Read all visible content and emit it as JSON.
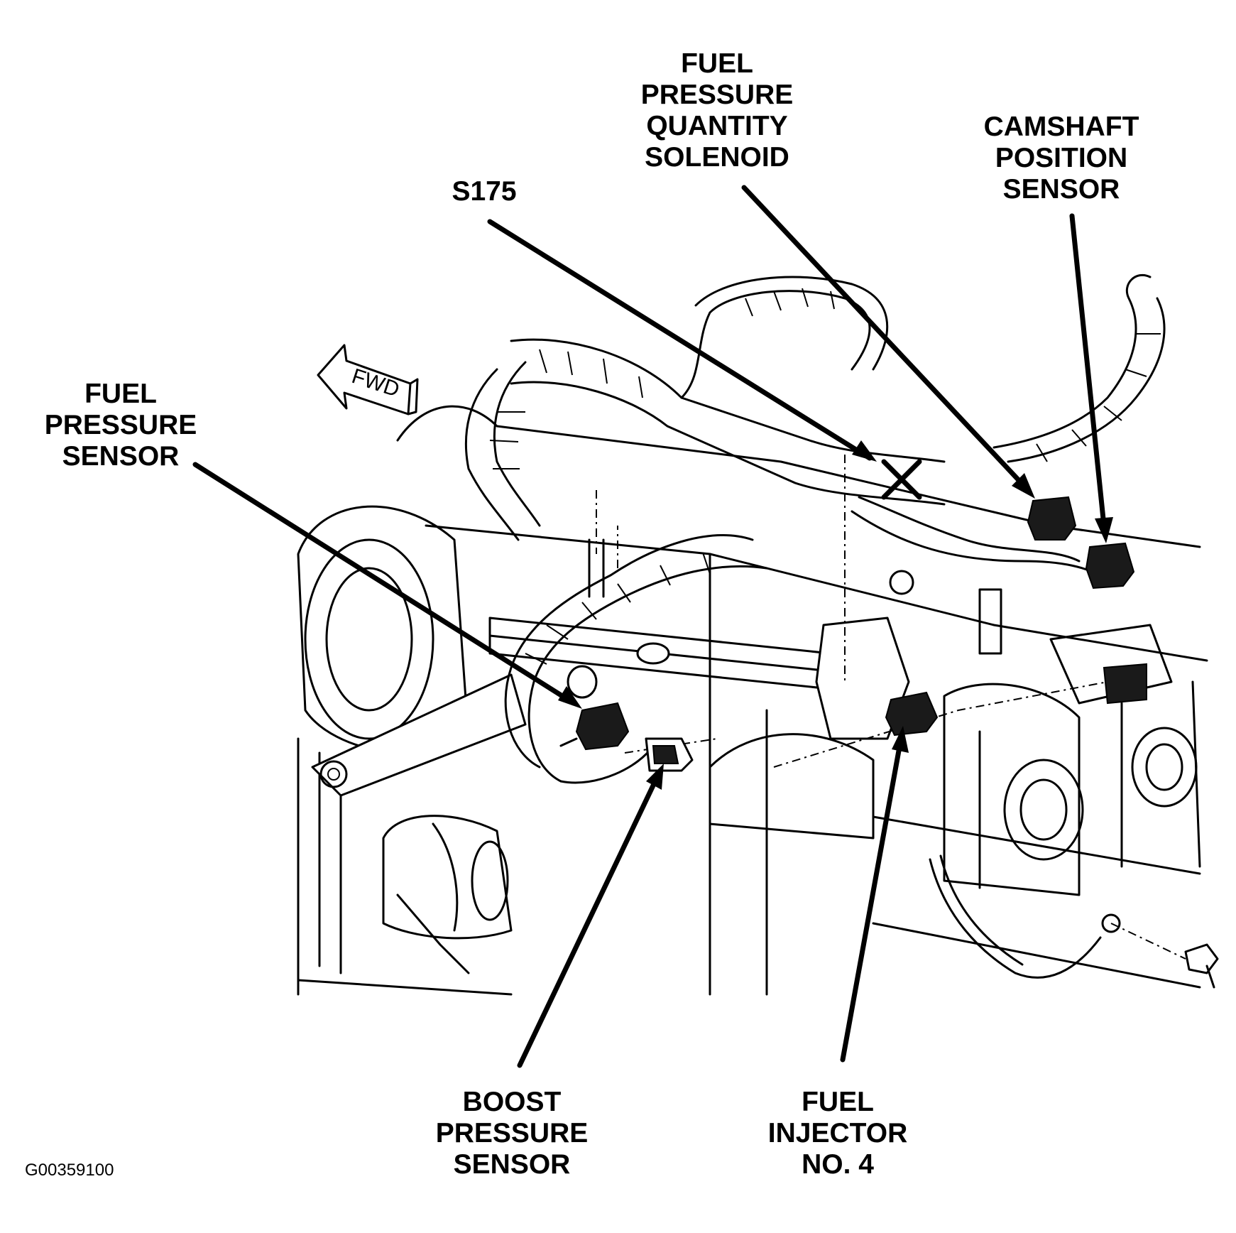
{
  "labels": {
    "fuel_pressure_quantity_solenoid": [
      "FUEL",
      "PRESSURE",
      "QUANTITY",
      "SOLENOID"
    ],
    "camshaft_position_sensor": [
      "CAMSHAFT",
      "POSITION",
      "SENSOR"
    ],
    "s175": "S175",
    "fuel_pressure_sensor": [
      "FUEL",
      "PRESSURE",
      "SENSOR"
    ],
    "boost_pressure_sensor": [
      "BOOST",
      "PRESSURE",
      "SENSOR"
    ],
    "fuel_injector_no4": [
      "FUEL",
      "INJECTOR",
      "NO. 4"
    ],
    "fwd_arrow": "FWD"
  },
  "figure_id": "G00359100"
}
